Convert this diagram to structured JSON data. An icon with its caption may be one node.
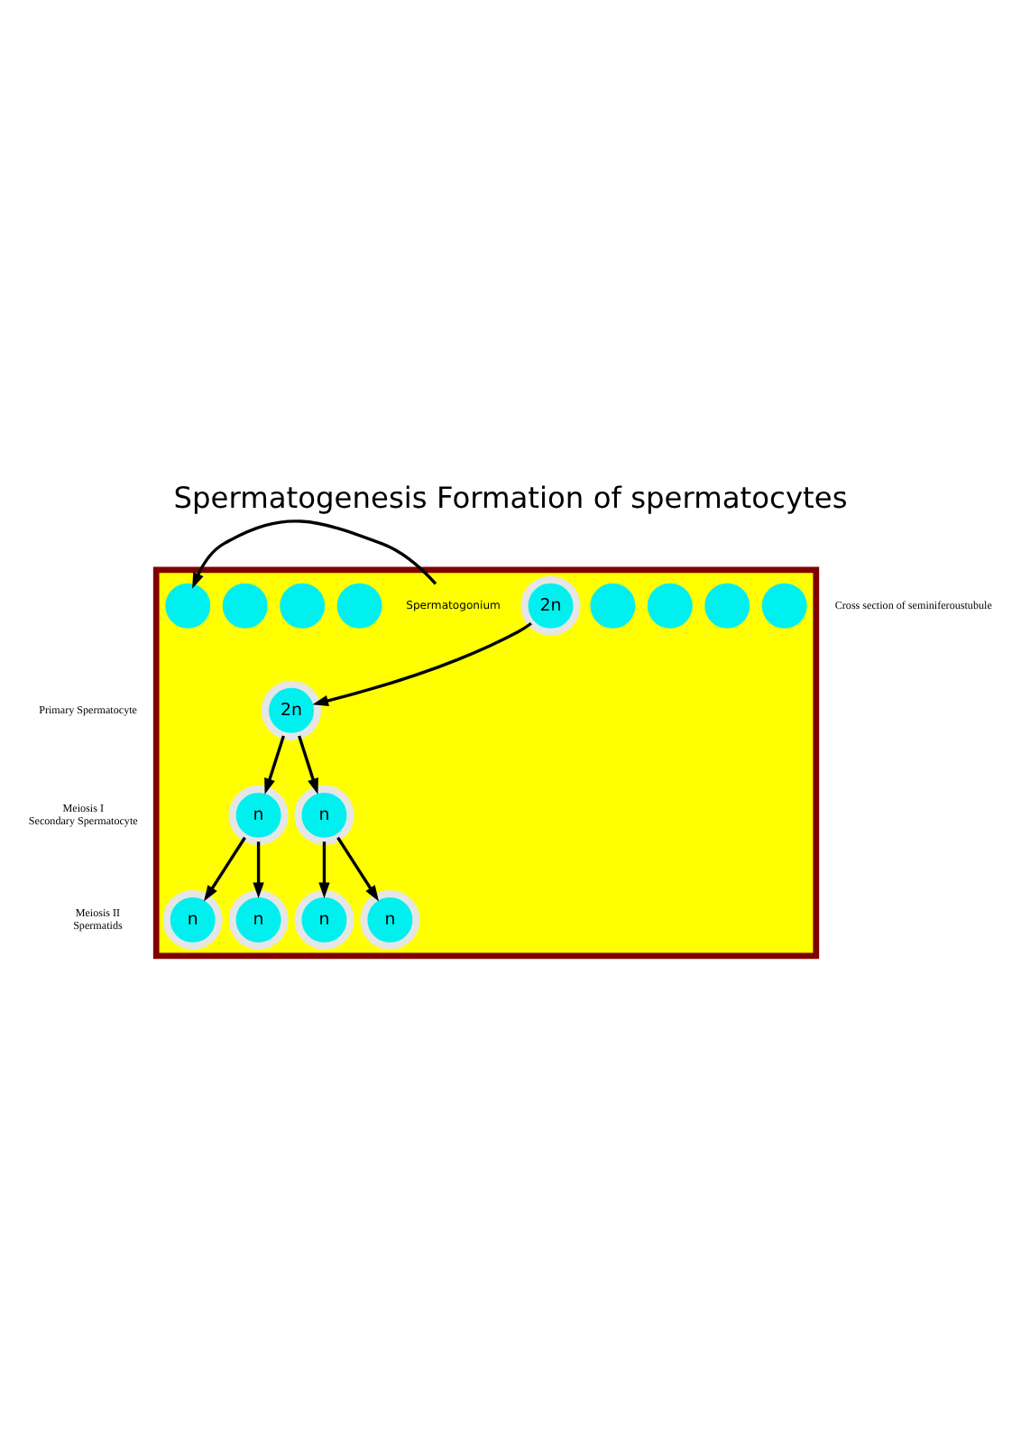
{
  "diagram": {
    "title": "Spermatogenesis Formation of spermatocytes",
    "nodes": [
      {
        "text": [],
        "shape": "box"
      },
      {
        "text": [],
        "shape": "circle",
        "in": 0
      },
      {
        "text": [],
        "shape": "circle",
        "in": 0
      },
      {
        "text": [],
        "shape": "circle",
        "in": 0
      },
      {
        "text": [],
        "shape": "circle",
        "in": 0
      },
      {
        "text": [],
        "shape": "circle",
        "in": 0
      },
      {
        "text": [],
        "shape": "circle",
        "in": 0
      },
      {
        "text": [],
        "shape": "circle",
        "in": 0
      },
      {
        "text": [],
        "shape": "circle",
        "in": 0
      },
      {
        "text": [
          "Spermatogonium"
        ],
        "in": 0
      },
      {
        "text": [
          "2n"
        ],
        "in": 0
      },
      {
        "text": [
          "2n"
        ],
        "in": 0
      },
      {
        "text": [
          "n"
        ],
        "in": 0
      },
      {
        "text": [
          "n"
        ],
        "in": 0
      },
      {
        "text": [
          "n"
        ],
        "in": 0
      },
      {
        "text": [
          "n"
        ],
        "in": 0
      },
      {
        "text": [
          "n"
        ],
        "in": 0
      },
      {
        "text": [
          "n"
        ],
        "in": 0
      }
    ],
    "edges": [
      {
        "from": 9,
        "to": 1,
        "arrow": "to"
      },
      {
        "from": 10,
        "to": 11,
        "arrow": "to"
      },
      {
        "from": 11,
        "to": 12,
        "arrow": "to"
      },
      {
        "from": 11,
        "to": 13,
        "arrow": "to"
      },
      {
        "from": 12,
        "to": 14,
        "arrow": "to"
      },
      {
        "from": 12,
        "to": 15,
        "arrow": "to"
      },
      {
        "from": 13,
        "to": 16,
        "arrow": "to"
      },
      {
        "from": 13,
        "to": 17,
        "arrow": "to"
      }
    ],
    "labels": [
      "Cross section of seminiferoustubule",
      "Primary Spermatocyte",
      "Meiosis I",
      "Secondary Spermatocyte",
      "Meiosis II",
      "Spermatids"
    ]
  }
}
